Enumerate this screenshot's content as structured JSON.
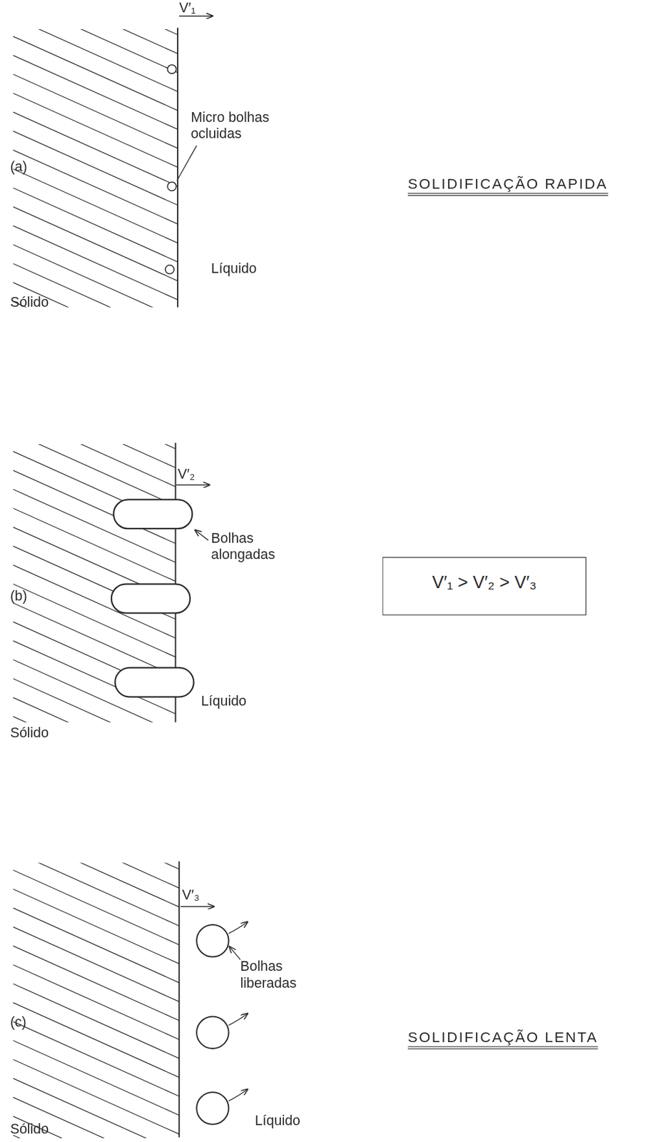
{
  "diagram": {
    "nodes": [
      {
        "text": [
          "V′₁ > V′₂ > V′₃"
        ]
      }
    ],
    "labels": [
      "(a)",
      "V′₁",
      "Micro bolhas ocluidas",
      "SOLIDIFICAÇÃO RAPIDA",
      "Líquido",
      "Sólido",
      "(b)",
      "V′₂",
      "Bolhas alongadas",
      "Líquido",
      "Sólido",
      "(c)",
      "V′₃",
      "Bolhas liberadas",
      "SOLIDIFICAÇÃO LENTA",
      "Líquido",
      "Sólido"
    ]
  }
}
